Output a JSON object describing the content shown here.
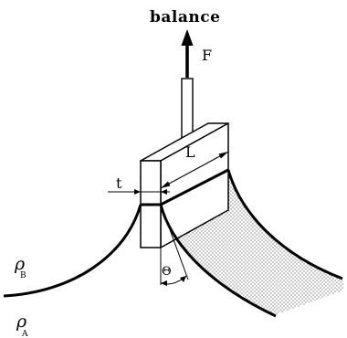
{
  "diagram": {
    "labels": {
      "balance": "balance",
      "force": "F",
      "length": "L",
      "thickness": "t",
      "angle": "Θ",
      "density_b": "ρ",
      "density_b_sub": "B",
      "density_a": "ρ",
      "density_a_sub": "A"
    },
    "colors": {
      "line": "#000000",
      "plate_face": "#ffffff",
      "meniscus_dots": "#000000"
    }
  }
}
